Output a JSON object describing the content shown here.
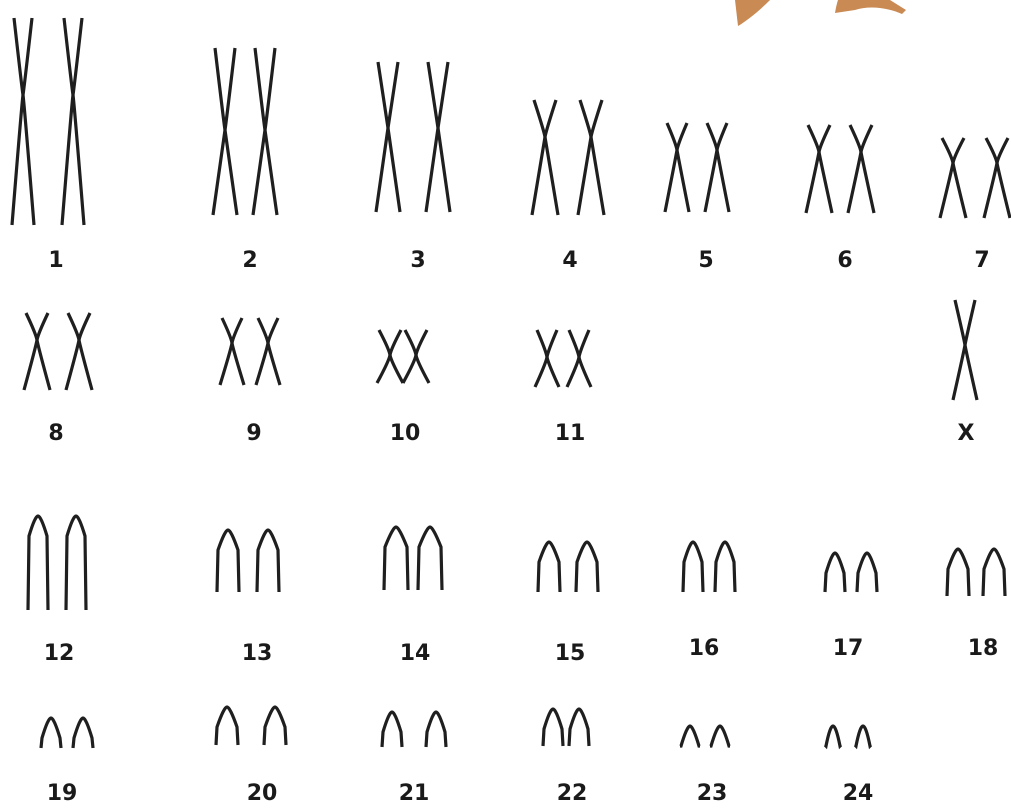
{
  "chromosomes": [
    {
      "label": "1",
      "shape": "X"
    },
    {
      "label": "2",
      "shape": "X"
    },
    {
      "label": "3",
      "shape": "X"
    },
    {
      "label": "4",
      "shape": "X"
    },
    {
      "label": "5",
      "shape": "X"
    },
    {
      "label": "6",
      "shape": "X"
    },
    {
      "label": "7",
      "shape": "X"
    },
    {
      "label": "8",
      "shape": "X"
    },
    {
      "label": "9",
      "shape": "X"
    },
    {
      "label": "10",
      "shape": "X"
    },
    {
      "label": "11",
      "shape": "X"
    },
    {
      "label": "X",
      "shape": "X",
      "single": true
    },
    {
      "label": "12",
      "shape": "arch"
    },
    {
      "label": "13",
      "shape": "arch"
    },
    {
      "label": "14",
      "shape": "arch"
    },
    {
      "label": "15",
      "shape": "arch"
    },
    {
      "label": "16",
      "shape": "arch"
    },
    {
      "label": "17",
      "shape": "arch"
    },
    {
      "label": "18",
      "shape": "arch"
    },
    {
      "label": "19",
      "shape": "arch"
    },
    {
      "label": "20",
      "shape": "arch"
    },
    {
      "label": "21",
      "shape": "arch"
    },
    {
      "label": "22",
      "shape": "arch"
    },
    {
      "label": "23",
      "shape": "arch"
    },
    {
      "label": "24",
      "shape": "arch"
    }
  ],
  "colors": {
    "line": "#1f1f1f",
    "label": "#1a1a1a",
    "watermark": "#c98a54"
  }
}
